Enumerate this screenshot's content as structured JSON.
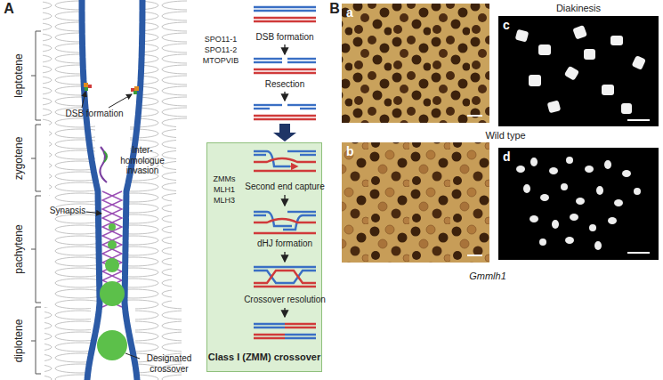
{
  "diagram": {
    "nodes": [
      {
        "text": [
          "Class I (ZMM) crossover"
        ]
      },
      {
        "text": [
          "a"
        ]
      },
      {
        "text": [
          "b"
        ]
      },
      {
        "text": [
          "c"
        ]
      },
      {
        "text": [
          "d"
        ]
      }
    ],
    "labels": [
      "A",
      "leptotene",
      "zygotene",
      "pachytene",
      "diplotene",
      "DSB formation",
      "Inter-homologue invasion",
      "Synapsis",
      "Designated crossover",
      "SPO11-1",
      "SPO11-2",
      "MTOPVIB",
      "DSB formation",
      "Resection",
      "ZMMs",
      "MLH1",
      "MLH3",
      "Second end capture",
      "dHJ formation",
      "Crossover resolution",
      "B",
      "Diakinesis",
      "Wild type",
      "Gmmlh1"
    ]
  }
}
